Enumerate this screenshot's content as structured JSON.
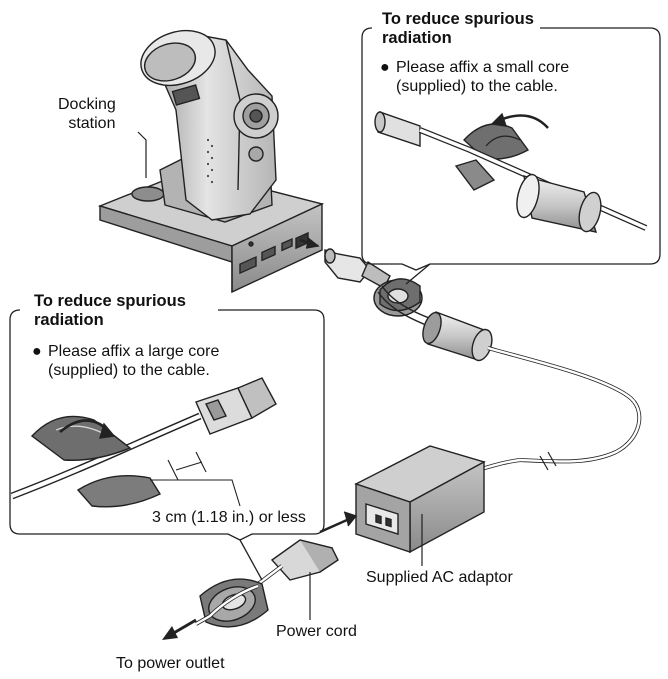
{
  "labels": {
    "docking_station": [
      "Docking",
      "station"
    ],
    "supplied_ac_adaptor": "Supplied AC adaptor",
    "power_cord": "Power cord",
    "to_power_outlet": "To power outlet",
    "distance": "3 cm (1.18 in.) or less"
  },
  "callout_small_core": {
    "title": [
      "To reduce spurious",
      "radiation"
    ],
    "bullet": "●",
    "body": [
      "Please affix a small core",
      "(supplied) to the cable."
    ]
  },
  "callout_large_core": {
    "title": [
      "To reduce spurious",
      "radiation"
    ],
    "bullet": "●",
    "body": [
      "Please affix a large core",
      "(supplied) to the cable."
    ]
  },
  "colors": {
    "line": "#222222",
    "fill_light": "#d4d4d4",
    "fill_mid": "#a9a9a9",
    "fill_dark": "#6f6f6f"
  }
}
